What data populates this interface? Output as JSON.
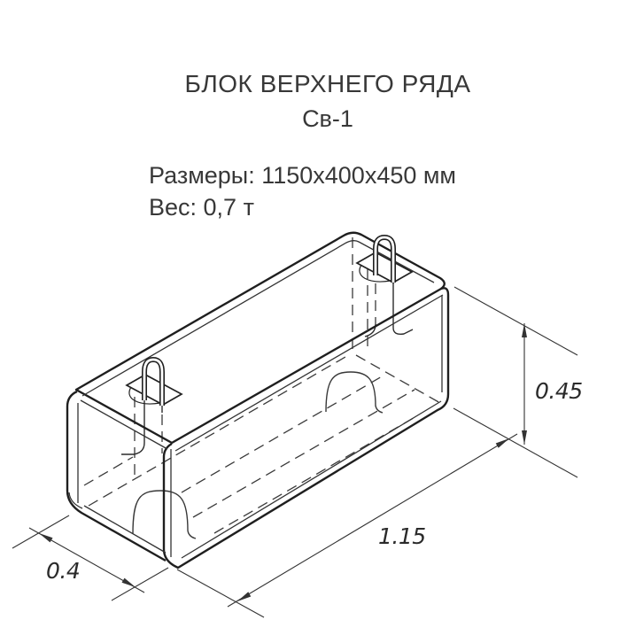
{
  "page": {
    "background": "#ffffff",
    "line_color": "#1f1f1f",
    "text_color": "#383838"
  },
  "header": {
    "title": "БЛОК ВЕРХНЕГО РЯДА",
    "subtitle": "Св-1"
  },
  "specs": {
    "dimensions": "Размеры: 1150x400x450 мм",
    "weight": "Вес: 0,7 т"
  },
  "drawing": {
    "type": "isometric technical line drawing",
    "subject": "rectangular concrete block with two embedded lifting loops and hidden internal contours",
    "labels": {
      "height": "0.45",
      "length": "1.15",
      "width": "0.4"
    }
  }
}
